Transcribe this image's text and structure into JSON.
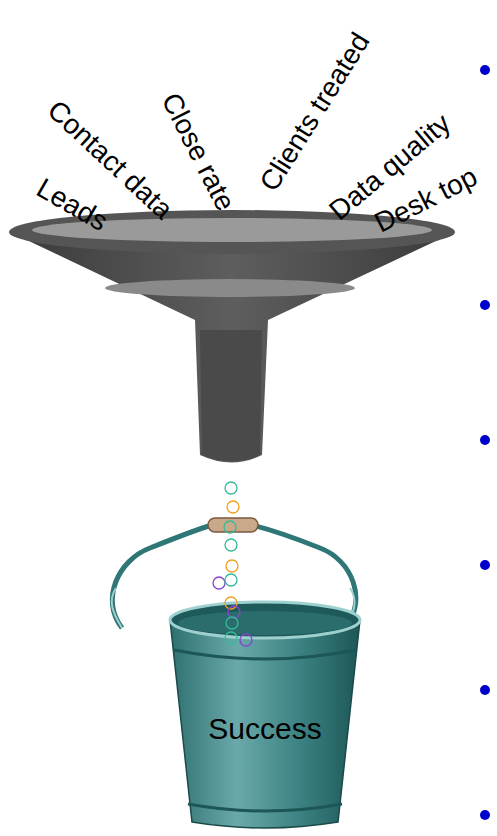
{
  "diagram": {
    "nodes": [
      {
        "text": [
          "Success"
        ]
      }
    ],
    "labels": [
      "Leads",
      "Contact data",
      "Close rate",
      "Clients treated",
      "Data quality",
      "Desk top"
    ]
  }
}
